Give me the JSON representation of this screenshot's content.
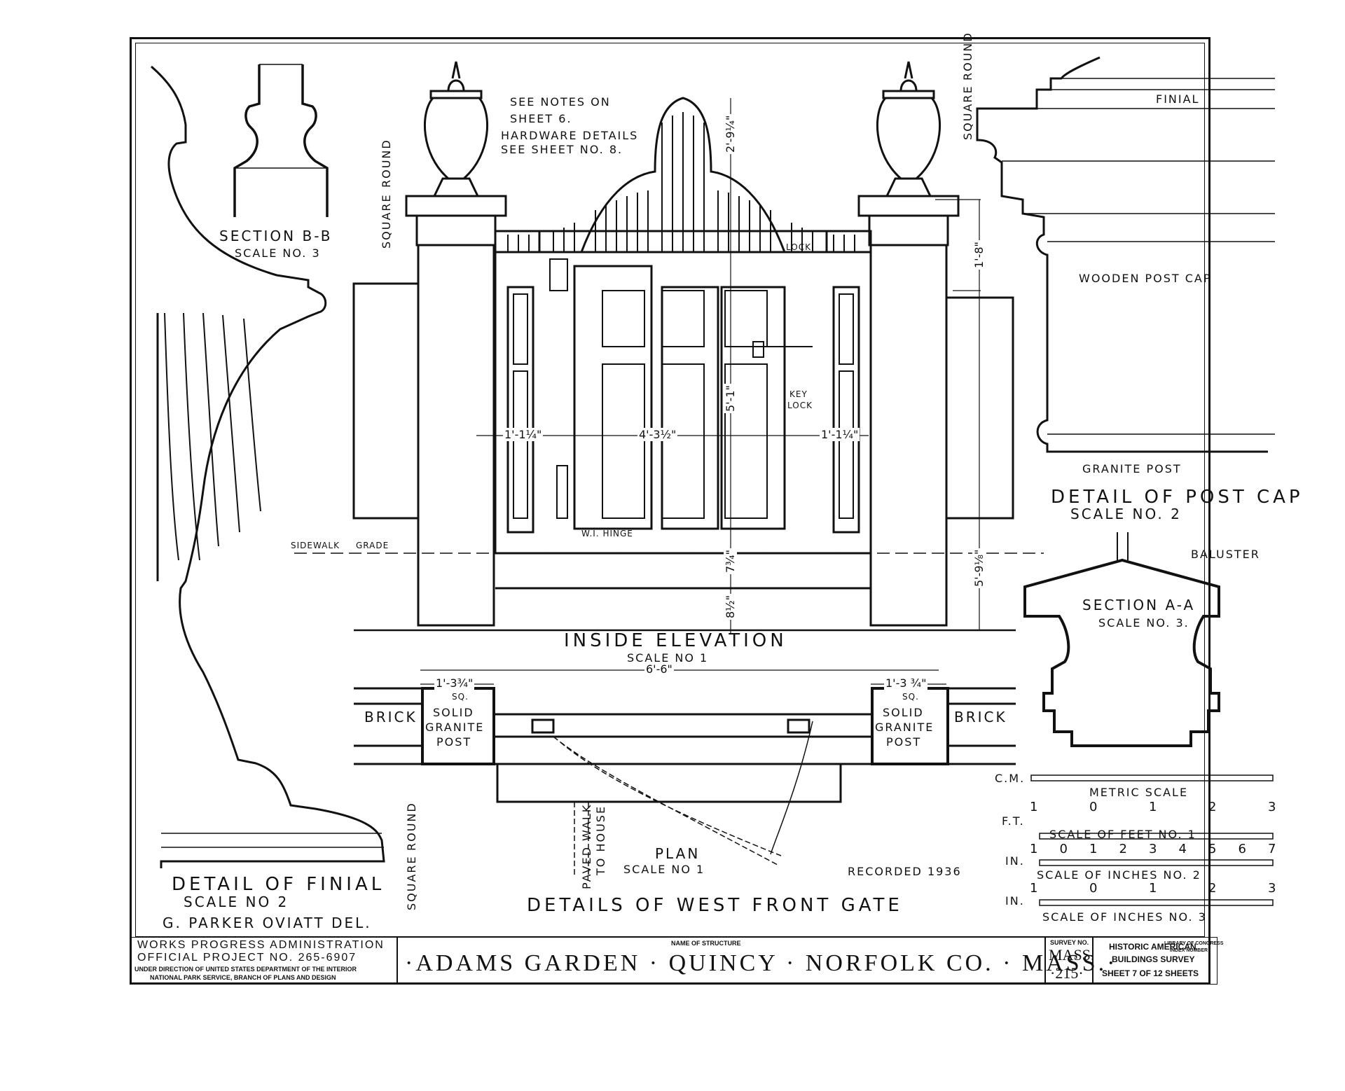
{
  "notes": {
    "line1": "SEE NOTES ON",
    "line2": "SHEET 6.",
    "line3": "HARDWARE DETAILS",
    "line4": "SEE SHEET NO. 8."
  },
  "section_bb": {
    "title": "SECTION B-B",
    "scale": "SCALE NO. 3"
  },
  "section_aa": {
    "title": "SECTION A-A",
    "scale": "SCALE NO. 3."
  },
  "finial_detail": {
    "title": "DETAIL OF FINIAL",
    "scale": "SCALE NO 2",
    "author": "G. PARKER OVIATT DEL."
  },
  "post_cap_detail": {
    "title": "DETAIL OF POST CAP",
    "scale": "SCALE NO. 2",
    "finial_label": "FINIAL",
    "wooden_cap_label": "WOODEN POST CAP",
    "granite_label": "GRANITE POST",
    "baluster_label": "BALUSTER"
  },
  "elevation": {
    "title": "INSIDE ELEVATION",
    "scale": "SCALE NO 1",
    "sidewalk": "SIDEWALK",
    "grade": "GRADE",
    "lock": "LOCK",
    "key_lock_1": "KEY",
    "key_lock_2": "LOCK",
    "hinge": "W.I. HINGE",
    "dims": {
      "left_leaf": "1'-1¼\"",
      "center": "4'-3½\"",
      "right_leaf": "1'-1¼\"",
      "height": "5'-1\"",
      "crown": "2'-9¼\"",
      "base1": "7¾\"",
      "base2": "8½\"",
      "cap_height": "1'-8\"",
      "post_height": "5'-9⅛\""
    },
    "square": "SQUARE",
    "round": "ROUND"
  },
  "plan": {
    "title": "PLAN",
    "scale": "SCALE NO 1",
    "overall": "6'-6\"",
    "post_left": "1'-3¾\"",
    "post_right": "1'-3 ¾\"",
    "sq": "SQ.",
    "brick": "BRICK",
    "post_l1": "SOLID",
    "post_l2": "GRANITE",
    "post_l3": "POST",
    "walk_1": "PAVED WALK",
    "walk_2": "TO HOUSE"
  },
  "recorded": "RECORDED 1936",
  "sheet_title": "DETAILS OF WEST FRONT GATE",
  "scales": {
    "cm": "C.M.",
    "metric": "METRIC SCALE",
    "ft": "F.T.",
    "feet_title": "SCALE OF FEET NO. 1",
    "in": "IN.",
    "inch2_title": "SCALE OF INCHES NO. 2",
    "inch3_title": "SCALE OF INCHES NO. 3",
    "ticks_feet": [
      "1",
      "0",
      "1",
      "2",
      "3"
    ],
    "ticks_in2": [
      "1",
      "0",
      "1",
      "2",
      "3",
      "4",
      "5",
      "6",
      "7"
    ],
    "ticks_in3": [
      "1",
      "0",
      "1",
      "2",
      "3"
    ]
  },
  "title_block": {
    "wpa_1": "WORKS PROGRESS ADMINISTRATION",
    "wpa_2": "OFFICIAL PROJECT NO. 265-6907",
    "wpa_3": "UNDER DIRECTION OF UNITED STATES DEPARTMENT OF THE INTERIOR",
    "wpa_4": "NATIONAL PARK SERVICE, BRANCH OF PLANS AND DESIGN",
    "name_label": "NAME OF STRUCTURE",
    "name": "·ADAMS GARDEN · QUINCY · NORFOLK CO. · MASS.·",
    "survey_label": "SURVEY NO.",
    "survey_1": "MASS.",
    "survey_2": "·215·",
    "habs_1": "HISTORIC AMERICAN",
    "habs_2": "BUILDINGS SURVEY",
    "habs_3": "SHEET 7 OF 12 SHEETS",
    "loc_1": "LIBRARY OF CONGRESS",
    "loc_2": "INDEX NUMBER"
  }
}
